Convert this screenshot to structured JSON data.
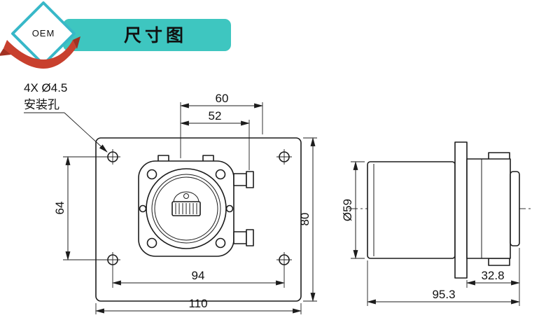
{
  "header": {
    "badge": "OEM",
    "title": "尺寸图",
    "accent_color": "#3ec6c0",
    "ribbon_color": "#c8402e",
    "ribbon_dark": "#a23122",
    "diamond_border": "#38b8c8"
  },
  "front_view": {
    "note_line1": "4X Ø4.5",
    "note_line2": "安装孔",
    "dim_top_outer": "60",
    "dim_top_inner": "52",
    "dim_height": "80",
    "dim_hole_v": "64",
    "dim_hole_h": "94",
    "dim_width": "110"
  },
  "side_view": {
    "dim_diameter": "Ø59",
    "dim_head_length": "32.8",
    "dim_total_length": "95.3"
  }
}
